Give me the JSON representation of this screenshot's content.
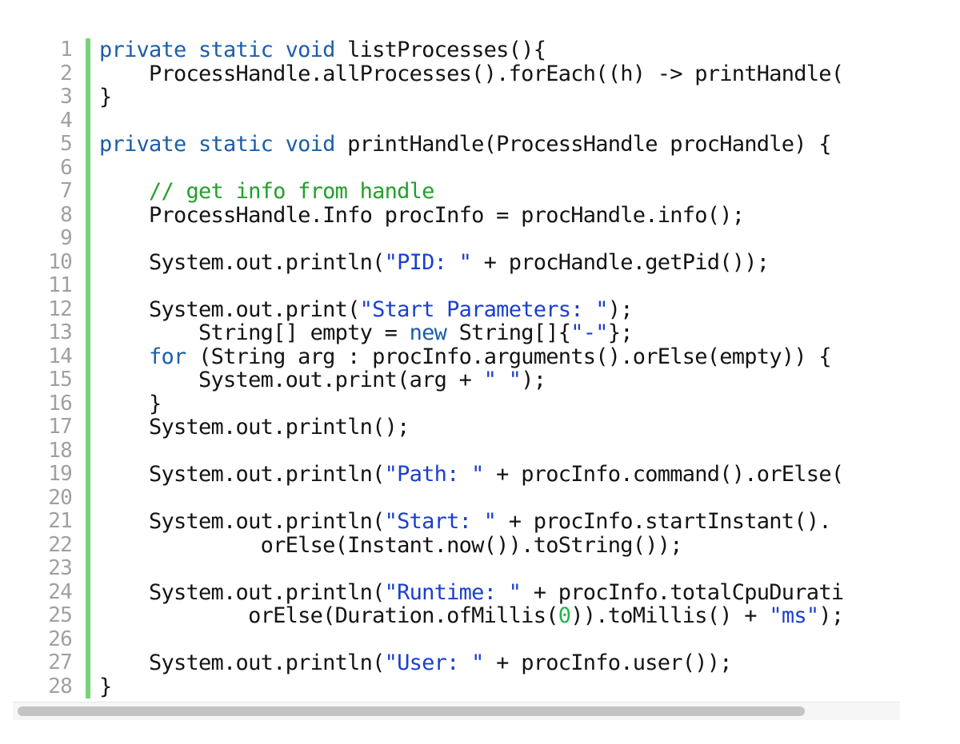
{
  "editor": {
    "colors": {
      "keyword": "#1c5ea8",
      "comment": "#23a02b",
      "string": "#1a3fd0",
      "number": "#24b34b",
      "plain": "#141414",
      "line_number": "#a0a0a0",
      "gutter_bar": "#78d278"
    },
    "lines": [
      {
        "num": "1",
        "tokens": [
          {
            "t": "kw",
            "v": "private static void"
          },
          {
            "t": "pl",
            "v": " listProcesses(){"
          }
        ]
      },
      {
        "num": "2",
        "tokens": [
          {
            "t": "pl",
            "v": "    ProcessHandle.allProcesses().forEach((h) -> printHandle("
          }
        ]
      },
      {
        "num": "3",
        "tokens": [
          {
            "t": "pl",
            "v": "}"
          }
        ]
      },
      {
        "num": "4",
        "tokens": []
      },
      {
        "num": "5",
        "tokens": [
          {
            "t": "kw",
            "v": "private static void"
          },
          {
            "t": "pl",
            "v": " printHandle(ProcessHandle procHandle) {"
          }
        ]
      },
      {
        "num": "6",
        "tokens": []
      },
      {
        "num": "7",
        "tokens": [
          {
            "t": "pl",
            "v": "    "
          },
          {
            "t": "cm",
            "v": "// get info from handle"
          }
        ]
      },
      {
        "num": "8",
        "tokens": [
          {
            "t": "pl",
            "v": "    ProcessHandle.Info procInfo = procHandle.info();"
          }
        ]
      },
      {
        "num": "9",
        "tokens": []
      },
      {
        "num": "10",
        "tokens": [
          {
            "t": "pl",
            "v": "    System.out.println("
          },
          {
            "t": "st",
            "v": "\"PID: \""
          },
          {
            "t": "pl",
            "v": " + procHandle.getPid());"
          }
        ]
      },
      {
        "num": "11",
        "tokens": []
      },
      {
        "num": "12",
        "tokens": [
          {
            "t": "pl",
            "v": "    System.out.print("
          },
          {
            "t": "st",
            "v": "\"Start Parameters: \""
          },
          {
            "t": "pl",
            "v": ");"
          }
        ]
      },
      {
        "num": "13",
        "tokens": [
          {
            "t": "pl",
            "v": "        String[] empty = "
          },
          {
            "t": "kw",
            "v": "new"
          },
          {
            "t": "pl",
            "v": " String[]{"
          },
          {
            "t": "st",
            "v": "\"-\""
          },
          {
            "t": "pl",
            "v": "};"
          }
        ]
      },
      {
        "num": "14",
        "tokens": [
          {
            "t": "pl",
            "v": "    "
          },
          {
            "t": "kw",
            "v": "for"
          },
          {
            "t": "pl",
            "v": " (String arg : procInfo.arguments().orElse(empty)) {"
          }
        ]
      },
      {
        "num": "15",
        "tokens": [
          {
            "t": "pl",
            "v": "        System.out.print(arg + "
          },
          {
            "t": "st",
            "v": "\" \""
          },
          {
            "t": "pl",
            "v": ");"
          }
        ]
      },
      {
        "num": "16",
        "tokens": [
          {
            "t": "pl",
            "v": "    }"
          }
        ]
      },
      {
        "num": "17",
        "tokens": [
          {
            "t": "pl",
            "v": "    System.out.println();"
          }
        ]
      },
      {
        "num": "18",
        "tokens": []
      },
      {
        "num": "19",
        "tokens": [
          {
            "t": "pl",
            "v": "    System.out.println("
          },
          {
            "t": "st",
            "v": "\"Path: \""
          },
          {
            "t": "pl",
            "v": " + procInfo.command().orElse("
          }
        ]
      },
      {
        "num": "20",
        "tokens": []
      },
      {
        "num": "21",
        "tokens": [
          {
            "t": "pl",
            "v": "    System.out.println("
          },
          {
            "t": "st",
            "v": "\"Start: \""
          },
          {
            "t": "pl",
            "v": " + procInfo.startInstant()."
          }
        ]
      },
      {
        "num": "22",
        "tokens": [
          {
            "t": "pl",
            "v": "             orElse(Instant.now()).toString());"
          }
        ]
      },
      {
        "num": "23",
        "tokens": []
      },
      {
        "num": "24",
        "tokens": [
          {
            "t": "pl",
            "v": "    System.out.println("
          },
          {
            "t": "st",
            "v": "\"Runtime: \""
          },
          {
            "t": "pl",
            "v": " + procInfo.totalCpuDurati"
          }
        ]
      },
      {
        "num": "25",
        "tokens": [
          {
            "t": "pl",
            "v": "            orElse(Duration.ofMillis("
          },
          {
            "t": "nm",
            "v": "0"
          },
          {
            "t": "pl",
            "v": ")).toMillis() + "
          },
          {
            "t": "st",
            "v": "\"ms\""
          },
          {
            "t": "pl",
            "v": ");"
          }
        ]
      },
      {
        "num": "26",
        "tokens": []
      },
      {
        "num": "27",
        "tokens": [
          {
            "t": "pl",
            "v": "    System.out.println("
          },
          {
            "t": "st",
            "v": "\"User: \""
          },
          {
            "t": "pl",
            "v": " + procInfo.user());"
          }
        ]
      },
      {
        "num": "28",
        "tokens": [
          {
            "t": "pl",
            "v": "}"
          }
        ]
      }
    ]
  },
  "scrollbar": {
    "horizontal_position_fraction": 0.0,
    "visible_fraction": 0.89
  }
}
